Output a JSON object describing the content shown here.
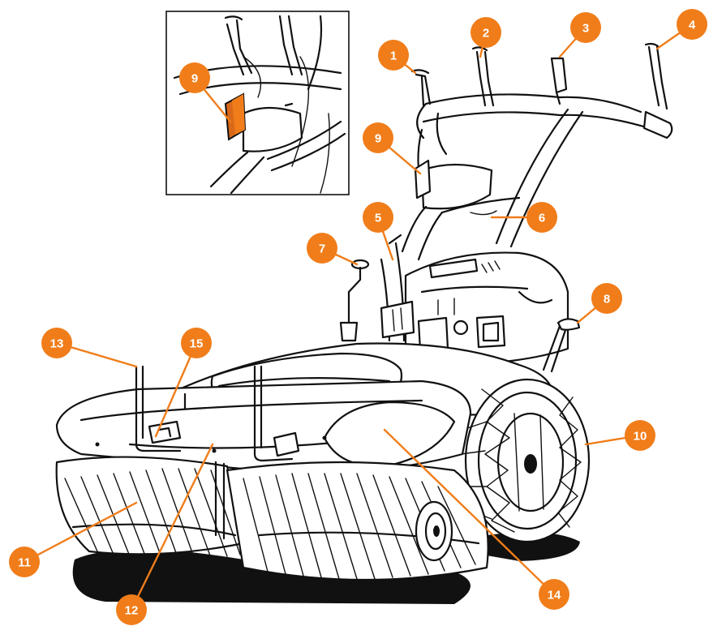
{
  "colors": {
    "accent": "#f07d1a",
    "line": "#111111",
    "background": "#ffffff"
  },
  "inset": {
    "callout": "9"
  },
  "callouts": [
    "1",
    "2",
    "3",
    "4",
    "5",
    "6",
    "7",
    "8",
    "9",
    "10",
    "11",
    "12",
    "13",
    "14",
    "15"
  ]
}
